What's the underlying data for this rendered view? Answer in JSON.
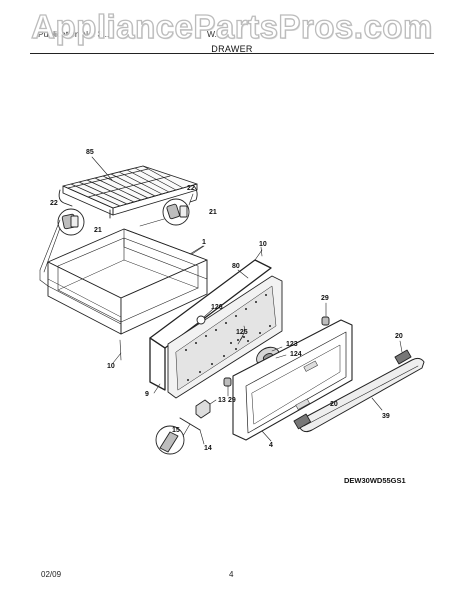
{
  "watermark": "AppliancePartsPros.com",
  "header": {
    "left_text": "Publication No. 3...",
    "right_text": "W...",
    "section_title": "DRAWER"
  },
  "callouts": {
    "rack": "85",
    "clip_right_top": "22",
    "clip_right_bottom": "21",
    "clip_left_top": "22",
    "clip_left_bottom": "21",
    "drawer_body": "1",
    "gasket": "10",
    "inner_panel": "80",
    "screw_126": "126",
    "screw_29_top": "29",
    "part_125": "125",
    "part_123": "123",
    "part_124": "124",
    "end_cap": "20",
    "drawer_front": "4",
    "screw_9": "9",
    "screw_29_bottom": "29",
    "part_10_left": "10",
    "bracket_13": "13",
    "wire_14": "14",
    "clip_15": "15",
    "end_cap_lower": "20",
    "handle": "39"
  },
  "model_code": "DEW30WD55GS1",
  "footer": {
    "date": "02/09",
    "page": "4"
  }
}
